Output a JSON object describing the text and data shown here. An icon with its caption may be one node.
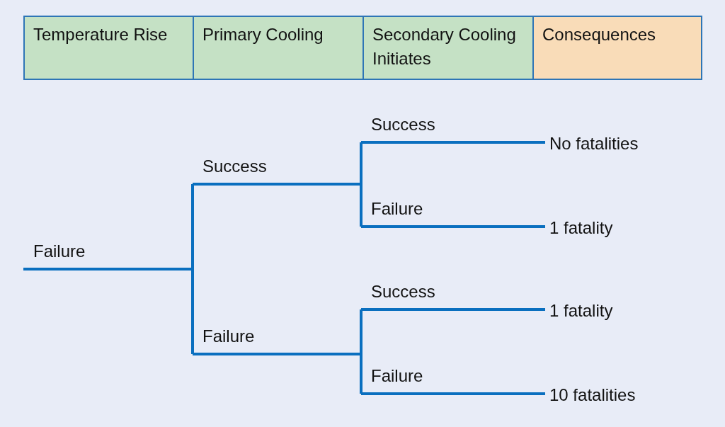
{
  "diagram": {
    "nodes": [
      {
        "text": [
          "Temperature Rise"
        ]
      },
      {
        "text": [
          "Primary Cooling"
        ]
      },
      {
        "text": [
          "Secondary Cooling Initiates"
        ]
      },
      {
        "text": [
          "Consequences"
        ]
      },
      {
        "text": [
          "Failure"
        ]
      },
      {
        "text": [
          "Success"
        ]
      },
      {
        "text": [
          "Failure"
        ]
      },
      {
        "text": [
          "Success"
        ]
      },
      {
        "text": [
          "Failure"
        ]
      },
      {
        "text": [
          "Success"
        ]
      },
      {
        "text": [
          "Failure"
        ]
      },
      {
        "text": [
          "No fatalities"
        ]
      },
      {
        "text": [
          "1 fatality"
        ]
      },
      {
        "text": [
          "1 fatality"
        ]
      },
      {
        "text": [
          "10 fatalities"
        ]
      }
    ],
    "edges": [
      {
        "from": 4,
        "to": 5,
        "arrow": "none"
      },
      {
        "from": 4,
        "to": 6,
        "arrow": "none"
      },
      {
        "from": 5,
        "to": 7,
        "arrow": "none"
      },
      {
        "from": 5,
        "to": 8,
        "arrow": "none"
      },
      {
        "from": 6,
        "to": 9,
        "arrow": "none"
      },
      {
        "from": 6,
        "to": 10,
        "arrow": "none"
      },
      {
        "from": 7,
        "to": 11,
        "arrow": "none"
      },
      {
        "from": 8,
        "to": 12,
        "arrow": "none"
      },
      {
        "from": 9,
        "to": 13,
        "arrow": "none"
      },
      {
        "from": 10,
        "to": 14,
        "arrow": "none"
      }
    ]
  }
}
